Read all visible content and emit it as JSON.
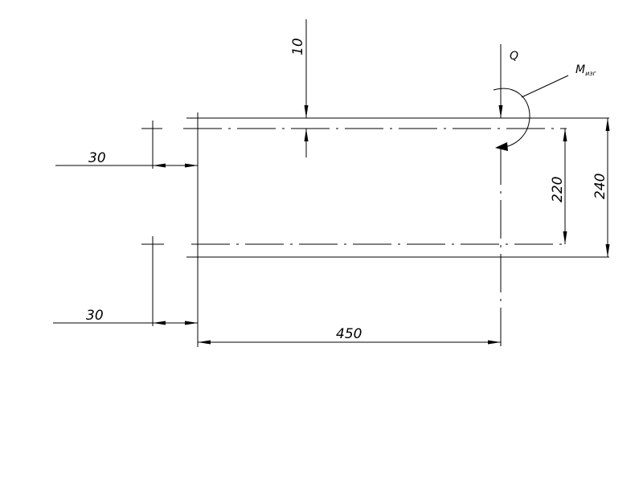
{
  "dimensions": {
    "top_thickness": "10",
    "left_offset_upper": "30",
    "left_offset_lower": "30",
    "height_axes": "220",
    "height_total": "240",
    "length": "450"
  },
  "loads": {
    "force_label": "Q",
    "moment_main": "M",
    "moment_sub": "изг"
  }
}
